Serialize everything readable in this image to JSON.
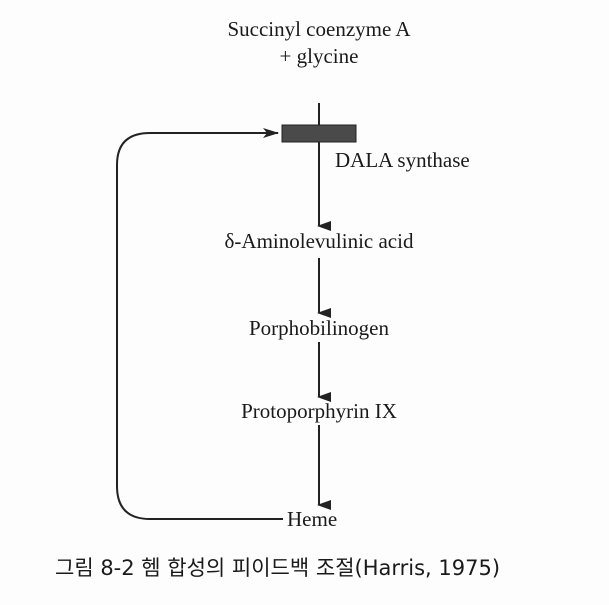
{
  "diagram": {
    "substrate_line1": "Succinyl coenzyme A",
    "substrate_line2": "+ glycine",
    "enzyme": "DALA synthase",
    "steps": [
      "δ-Aminolevulinic acid",
      "Porphobilinogen",
      "Protoporphyrin IX",
      "Heme"
    ],
    "caption": "그림 8-2  헴 합성의 피이드백 조절(Harris, 1975)"
  }
}
